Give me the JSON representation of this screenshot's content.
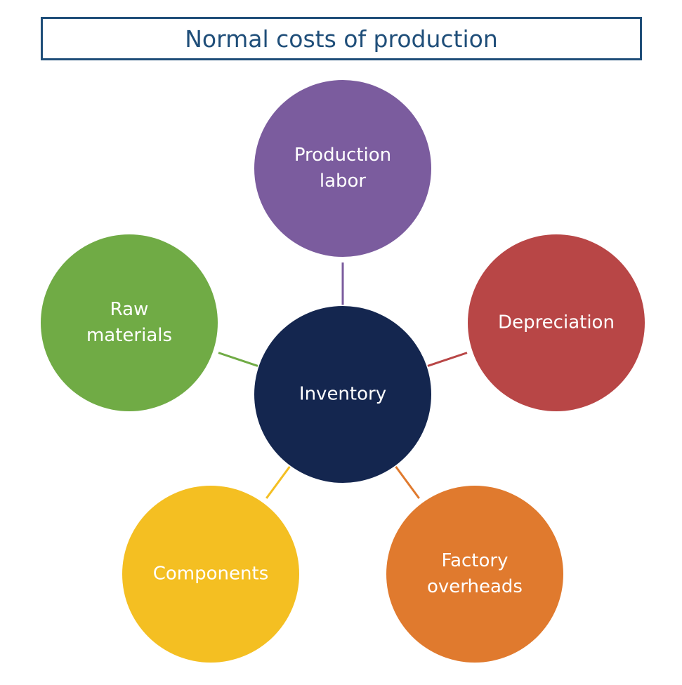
{
  "title": "Normal costs of production",
  "diagram": {
    "center": {
      "id": "inventory",
      "lines": [
        "Inventory"
      ],
      "color": "#14264f"
    },
    "nodes": [
      {
        "id": "production-labor",
        "lines": [
          "Production",
          "labor"
        ],
        "color": "#7b5c9e"
      },
      {
        "id": "depreciation",
        "lines": [
          "Depreciation"
        ],
        "color": "#b84646"
      },
      {
        "id": "factory-overheads",
        "lines": [
          "Factory",
          "overheads"
        ],
        "color": "#e07a2e"
      },
      {
        "id": "components",
        "lines": [
          "Components"
        ],
        "color": "#f4bf22"
      },
      {
        "id": "raw-materials",
        "lines": [
          "Raw",
          "materials"
        ],
        "color": "#70ab45"
      }
    ]
  }
}
